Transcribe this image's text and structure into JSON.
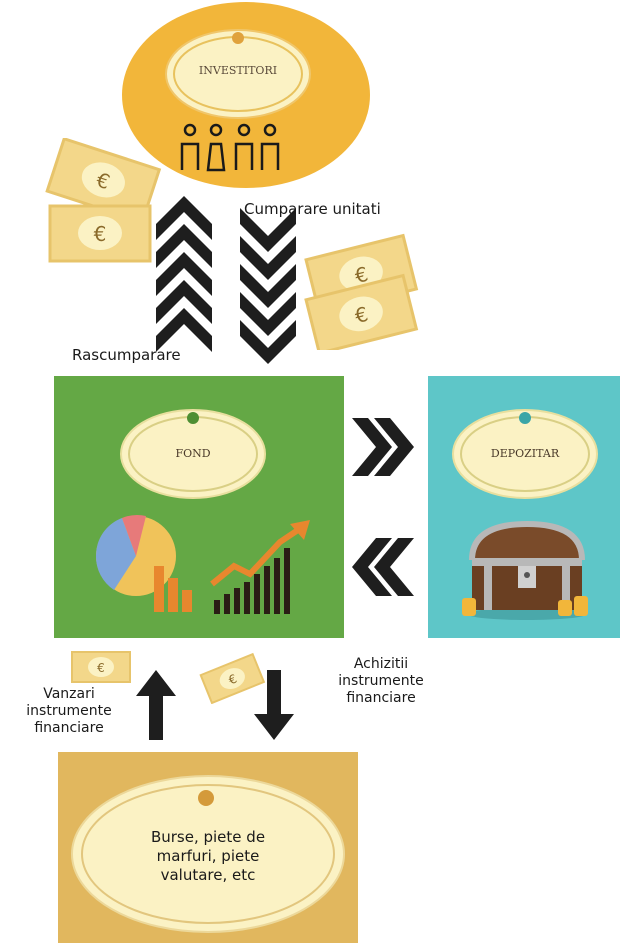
{
  "nodes": {
    "investors": "INVESTITORI",
    "fund": "FOND",
    "depositary": "DEPOZITAR",
    "markets": "Burse, piete de marfuri, piete valutare, etc"
  },
  "flows": {
    "buy_units": "Cumparare unitati",
    "redemption": "Rascumparare",
    "sell_instruments": "Vanzari instrumente financiare",
    "acquire_instruments": "Achizitii instrumente financiare"
  },
  "colors": {
    "investors_bg": "#f2b63a",
    "fund_bg": "#64a845",
    "depositary_bg": "#5ec6c8",
    "markets_bg": "#e1b75e",
    "oval_fill": "#fbf2c4",
    "arrows": "#1e1e1e"
  },
  "icons": {
    "investors_figures": "people-icons",
    "money": "euro-banknote-icon",
    "fund_charts": "pie-and-bar-chart-icon",
    "depositary_chest": "treasure-chest-icon"
  }
}
